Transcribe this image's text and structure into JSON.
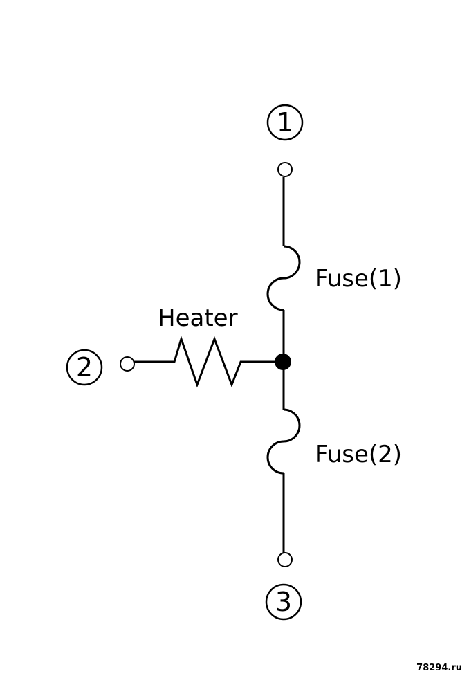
{
  "pins": {
    "pin1": "1",
    "pin2": "2",
    "pin3": "3"
  },
  "components": {
    "heater": "Heater",
    "fuse1": "Fuse(1)",
    "fuse2": "Fuse(2)"
  },
  "watermark": "78294.ru"
}
